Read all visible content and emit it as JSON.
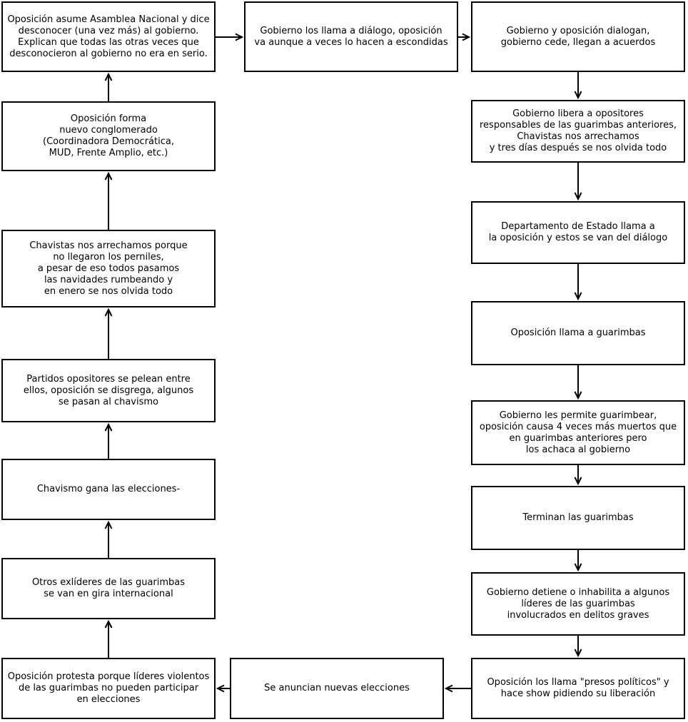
{
  "page": {
    "background_color": "#ffffff",
    "ink_color": "#000000"
  },
  "diagram": {
    "kind": "flowchart-cycle",
    "nodes": [
      {
        "id": "oposicion-asume-asamblea",
        "text": "Oposición asume Asamblea Nacional y dice\ndesconocer (una vez más) al gobierno.\nExplican que todas las otras veces que\ndesconocieron al gobierno no era en serio."
      },
      {
        "id": "gobierno-llama-dialogo",
        "text": "Gobierno los llama a diálogo, oposición\nva aunque a veces lo hacen a escondidas"
      },
      {
        "id": "gobierno-oposicion-dialogan",
        "text": "Gobierno y oposición dialogan,\ngobierno cede, llegan a acuerdos"
      },
      {
        "id": "gobierno-libera-opositores",
        "text": "Gobierno libera a opositores\nresponsables de las guarimbas anteriores,\nChavistas nos arrechamos\ny tres días después se nos olvida todo"
      },
      {
        "id": "departamento-estado-llama",
        "text": "Departamento de Estado llama a\nla oposición y estos se van del diálogo"
      },
      {
        "id": "oposicion-llama-guarimbas",
        "text": "Oposición llama a guarimbas"
      },
      {
        "id": "gobierno-permite-guarimbear",
        "text": "Gobierno les permite guarimbear,\noposición causa 4 veces más muertos que\nen guarimbas anteriores pero\nlos achaca al gobierno"
      },
      {
        "id": "terminan-guarimbas",
        "text": "Terminan las guarimbas"
      },
      {
        "id": "gobierno-detiene-lideres",
        "text": "Gobierno detiene o inhabilita a algunos\nlíderes de las guarimbas\ninvolucrados en delitos graves"
      },
      {
        "id": "presos-politicos",
        "text": "Oposición los llama \"presos políticos\" y\nhace show pidiendo su liberación"
      },
      {
        "id": "nuevas-elecciones",
        "text": "Se anuncian nuevas elecciones"
      },
      {
        "id": "oposicion-protesta",
        "text": "Oposición protesta porque líderes violentos\nde las guarimbas no pueden participar\nen elecciones"
      },
      {
        "id": "exlideres-gira",
        "text": "Otros exlíderes de las guarimbas\nse van en gira internacional"
      },
      {
        "id": "chavismo-gana-elecciones",
        "text": "Chavismo gana las elecciones-"
      },
      {
        "id": "partidos-opositores-pelean",
        "text": "Partidos opositores se pelean entre\nellos, oposición se disgrega, algunos\nse pasan al chavismo"
      },
      {
        "id": "chavistas-arrechamos-perniles",
        "text": "Chavistas nos arrechamos porque\nno llegaron los perniles,\na pesar de eso todos pasamos\nlas navidades rumbeando y\nen enero se nos olvida todo"
      },
      {
        "id": "oposicion-forma-conglomerado",
        "text": "Oposición forma\nnuevo conglomerado\n(Coordinadora Democrática,\nMUD, Frente Amplio, etc.)"
      }
    ],
    "edges": [
      {
        "from": "oposicion-asume-asamblea",
        "to": "gobierno-llama-dialogo"
      },
      {
        "from": "gobierno-llama-dialogo",
        "to": "gobierno-oposicion-dialogan"
      },
      {
        "from": "gobierno-oposicion-dialogan",
        "to": "gobierno-libera-opositores"
      },
      {
        "from": "gobierno-libera-opositores",
        "to": "departamento-estado-llama"
      },
      {
        "from": "departamento-estado-llama",
        "to": "oposicion-llama-guarimbas"
      },
      {
        "from": "oposicion-llama-guarimbas",
        "to": "gobierno-permite-guarimbear"
      },
      {
        "from": "gobierno-permite-guarimbear",
        "to": "terminan-guarimbas"
      },
      {
        "from": "terminan-guarimbas",
        "to": "gobierno-detiene-lideres"
      },
      {
        "from": "gobierno-detiene-lideres",
        "to": "presos-politicos"
      },
      {
        "from": "presos-politicos",
        "to": "nuevas-elecciones"
      },
      {
        "from": "nuevas-elecciones",
        "to": "oposicion-protesta"
      },
      {
        "from": "oposicion-protesta",
        "to": "exlideres-gira"
      },
      {
        "from": "exlideres-gira",
        "to": "chavismo-gana-elecciones"
      },
      {
        "from": "chavismo-gana-elecciones",
        "to": "partidos-opositores-pelean"
      },
      {
        "from": "partidos-opositores-pelean",
        "to": "chavistas-arrechamos-perniles"
      },
      {
        "from": "chavistas-arrechamos-perniles",
        "to": "oposicion-forma-conglomerado"
      },
      {
        "from": "oposicion-forma-conglomerado",
        "to": "oposicion-asume-asamblea"
      }
    ]
  }
}
